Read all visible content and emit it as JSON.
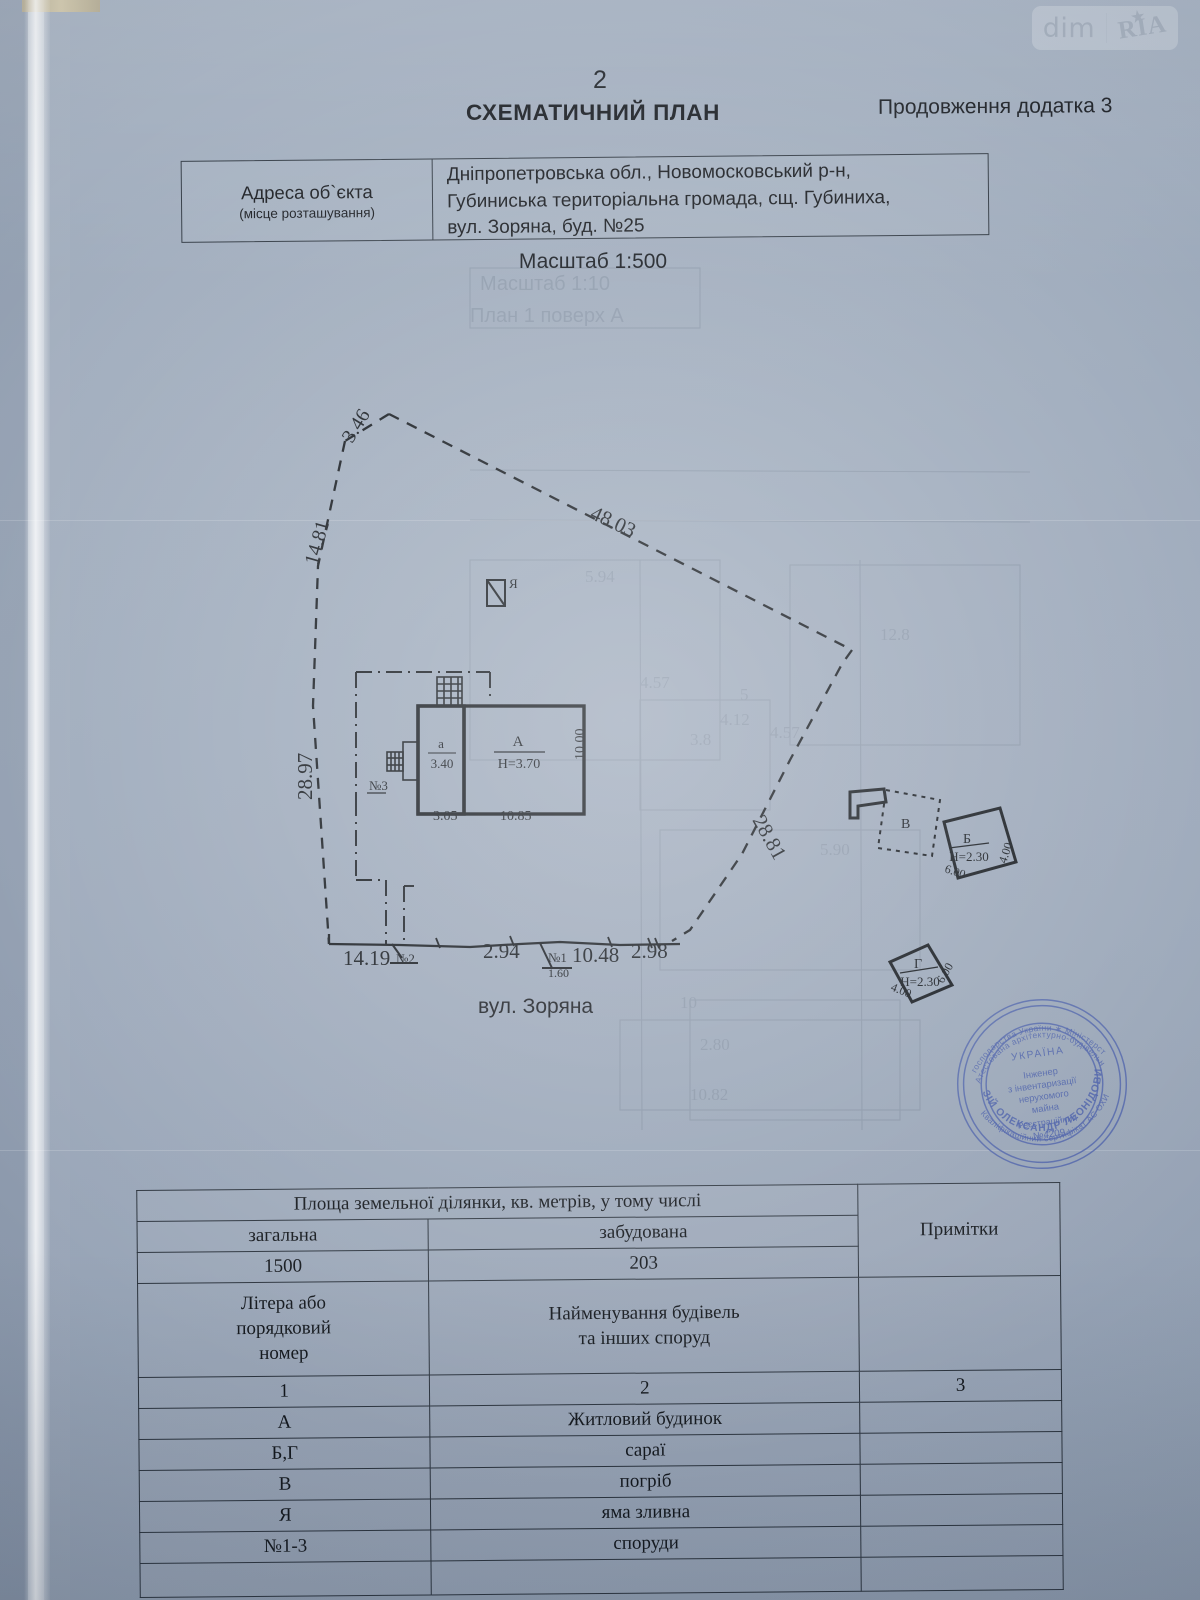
{
  "watermark": {
    "dim": "dim",
    "ria": "RIA",
    "star": "★"
  },
  "header": {
    "page_number": "2",
    "title": "СХЕМАТИЧНИЙ ПЛАН",
    "continuation": "Продовження додатка 3",
    "scale": "Масштаб 1:500"
  },
  "address_box": {
    "label_line1": "Адреса об`єкта",
    "label_line2": "(місце розташування)",
    "line1": "Дніпропетровська обл., Новомосковський р-н,",
    "line2": "Губиниська територіальна громада, сщ. Губиниха,",
    "line3": "вул. Зоряна, буд. №25"
  },
  "plan": {
    "street_label": "вул. Зоряна",
    "boundary_dimensions": [
      {
        "name": "top-left-short",
        "value": "3.46"
      },
      {
        "name": "left-upper",
        "value": "14.81"
      },
      {
        "name": "top-right-long",
        "value": "48.03"
      },
      {
        "name": "left-lower",
        "value": "28.97"
      },
      {
        "name": "right-lower",
        "value": "28.81"
      },
      {
        "name": "bottom-1",
        "value": "14.19"
      },
      {
        "name": "bottom-2",
        "value": "2.94"
      },
      {
        "name": "bottom-3",
        "value": "10.48"
      },
      {
        "name": "bottom-4",
        "value": "2.98"
      }
    ],
    "gate_marks": [
      {
        "label": "№2",
        "width": ""
      },
      {
        "label": "№1",
        "width": "1.60"
      },
      {
        "label": "№3",
        "width": ""
      }
    ],
    "buildings": [
      {
        "letter": "A",
        "height": "H=3.70",
        "dim_bottom": "10.85",
        "dim_right": "10.00"
      },
      {
        "letter": "a",
        "height": "3.40",
        "dim_bottom": "3.05"
      },
      {
        "letter": "Б",
        "height": "H=2.30",
        "dim_a": "6.00",
        "dim_b": "4.00"
      },
      {
        "letter": "Г",
        "height": "H=2.30",
        "dim_a": "4.00",
        "dim_b": "6.00"
      },
      {
        "letter": "В",
        "height": "",
        "dim_a": "",
        "dim_b": ""
      },
      {
        "letter": "Я",
        "height": "",
        "dim_a": "",
        "dim_b": ""
      }
    ]
  },
  "table": {
    "area_header": "Площа земельної ділянки, кв. метрів, у тому числі",
    "col_total": "загальна",
    "col_built": "забудована",
    "val_total": "1500",
    "val_built": "203",
    "notes_header": "Примітки",
    "col1_header_l1": "Літера або",
    "col1_header_l2": "порядковий",
    "col1_header_l3": "номер",
    "col2_header_l1": "Найменування будівель",
    "col2_header_l2": "та інших споруд",
    "numbering": [
      "1",
      "2",
      "3"
    ],
    "rows": [
      {
        "letter": "А",
        "name": "Житловий будинок",
        "note": ""
      },
      {
        "letter": "Б,Г",
        "name": "сараї",
        "note": ""
      },
      {
        "letter": "В",
        "name": "погріб",
        "note": ""
      },
      {
        "letter": "Я",
        "name": "яма зливна",
        "note": ""
      },
      {
        "letter": "№1-3",
        "name": "споруди",
        "note": ""
      }
    ]
  },
  "stamp": {
    "country": "УКРАЇНА",
    "role_l1": "Інженер",
    "role_l2": "з інвентаризації",
    "role_l3": "нерухомого",
    "role_l4": "майна",
    "reg_l1": "Реєстраційний",
    "reg_l2": "№4209",
    "name_arc": "ЛУЗІЙ ОЛЕКСАНДР ЛЕОНІДОВИЧ",
    "outer_arc_top": "господарства України  ∗  Міністерст",
    "outer_arc_top2": "Атестована архітектурно-будівельн",
    "outer_arc_bottom": "Кваліфікаційний сертифікат АС ОХИ",
    "color": "#4a5fa8"
  }
}
